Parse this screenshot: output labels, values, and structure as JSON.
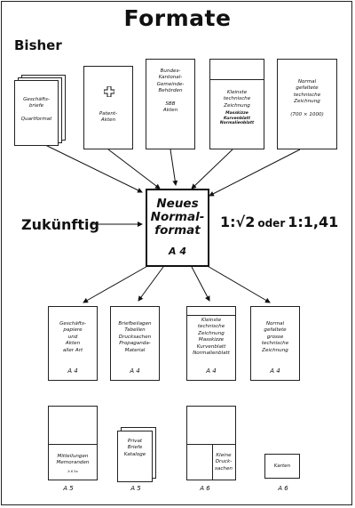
{
  "title": "Formate",
  "bisher": "Bisher",
  "zukunft": "Zukünftig",
  "ratio": {
    "part1": "1:√2",
    "oder": "oder",
    "part2": "1:1,41"
  },
  "top_boxes": [
    {
      "lines": [
        "Geschäfts-",
        "briefe",
        "",
        "Quartformat"
      ]
    },
    {
      "lines": [
        "Patent-",
        "Akten"
      ]
    },
    {
      "lines": [
        "Bundes-",
        "Kantonal-",
        "Gemeinde-",
        "Behörden",
        "",
        "SBB",
        "Akten"
      ]
    },
    {
      "lines": [
        "Kleinste",
        "technische",
        "Zeichnung"
      ],
      "sub": [
        "Masskizze",
        "Kurvenblatt",
        "Normalienblatt"
      ]
    },
    {
      "lines": [
        "Normal",
        "gefaltete",
        "technische",
        "Zeichnung",
        "",
        "(700 × 1000)"
      ]
    }
  ],
  "center": {
    "lines": [
      "Neues",
      "Normal-",
      "format"
    ],
    "size": "A 4"
  },
  "mid_boxes": [
    {
      "lines": [
        "Geschäfts-",
        "papiere",
        "und",
        "Akten",
        "aller Art"
      ],
      "size": "A 4"
    },
    {
      "lines": [
        "Briefbeilagen",
        "Tabellen",
        "Drucksachen",
        "Propaganda-",
        "Material"
      ],
      "size": "A 4"
    },
    {
      "lines": [
        "Kleinste",
        "technische",
        "Zeichnung",
        "Masskizze",
        "Kurvenblatt",
        "Normalienblatt"
      ],
      "size": "A 4"
    },
    {
      "lines": [
        "Normal",
        "gefaltete",
        "grosse",
        "technische",
        "Zeichnung"
      ],
      "size": "A 4"
    }
  ],
  "bottom_boxes": [
    {
      "lines": [
        "Mitteilungen",
        "Memoranden"
      ],
      "small": "A 6 5a",
      "size": "A 5"
    },
    {
      "lines": [
        "Privat",
        "Briefe",
        "Kataloge"
      ],
      "size": "A 5"
    },
    {
      "lines": [
        "Kleine",
        "Druck-",
        "sachen"
      ],
      "size": "A 6"
    },
    {
      "lines": [
        "Karten"
      ],
      "size": "A 6"
    }
  ]
}
